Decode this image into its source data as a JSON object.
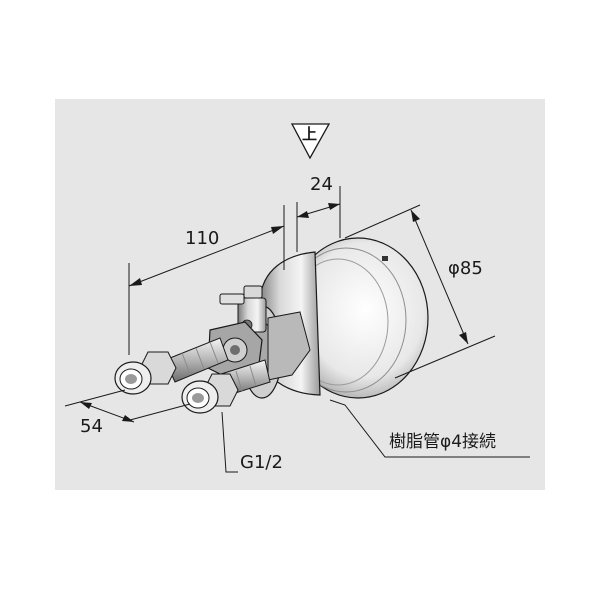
{
  "labels": {
    "up_marker": "上",
    "dim_depth": "24",
    "dim_length": "110",
    "dim_diameter": "φ85",
    "dim_spacing": "54",
    "thread_size": "G1/2",
    "tube_connection": "樹脂管φ4接続"
  },
  "colors": {
    "panel": "#e6e6e6",
    "line": "#1a1a1a",
    "metal_light": "#f2f2f2",
    "metal_dark": "#8a8a8a"
  }
}
